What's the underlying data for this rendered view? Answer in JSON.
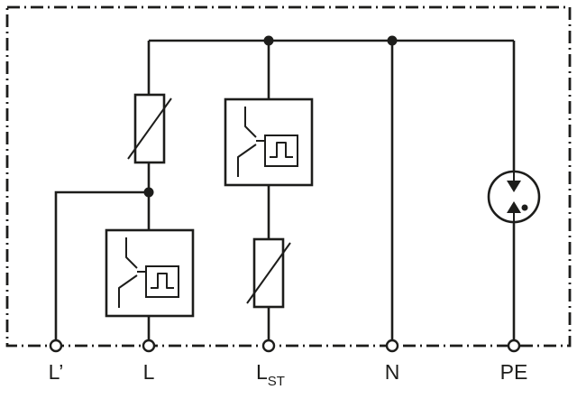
{
  "diagram": {
    "kind": "circuit-schematic",
    "colors": {
      "line": "#1d1d1b",
      "background": "#ffffff"
    },
    "terminals": [
      {
        "id": "l-prime",
        "label": "L’",
        "sub": ""
      },
      {
        "id": "l",
        "label": "L",
        "sub": ""
      },
      {
        "id": "l-st",
        "label": "L",
        "sub": "ST"
      },
      {
        "id": "n",
        "label": "N",
        "sub": ""
      },
      {
        "id": "pe",
        "label": "PE",
        "sub": ""
      }
    ],
    "components": [
      {
        "id": "varistor-left",
        "symbol": "varistor"
      },
      {
        "id": "triggered-spark-gap-left",
        "symbol": "spark-gap-with-trigger-unit"
      },
      {
        "id": "triggered-spark-gap-mid",
        "symbol": "spark-gap-with-trigger-unit"
      },
      {
        "id": "varistor-mid",
        "symbol": "varistor"
      },
      {
        "id": "isolating-spark-gap-pe",
        "symbol": "gas-discharge-tube"
      }
    ]
  }
}
